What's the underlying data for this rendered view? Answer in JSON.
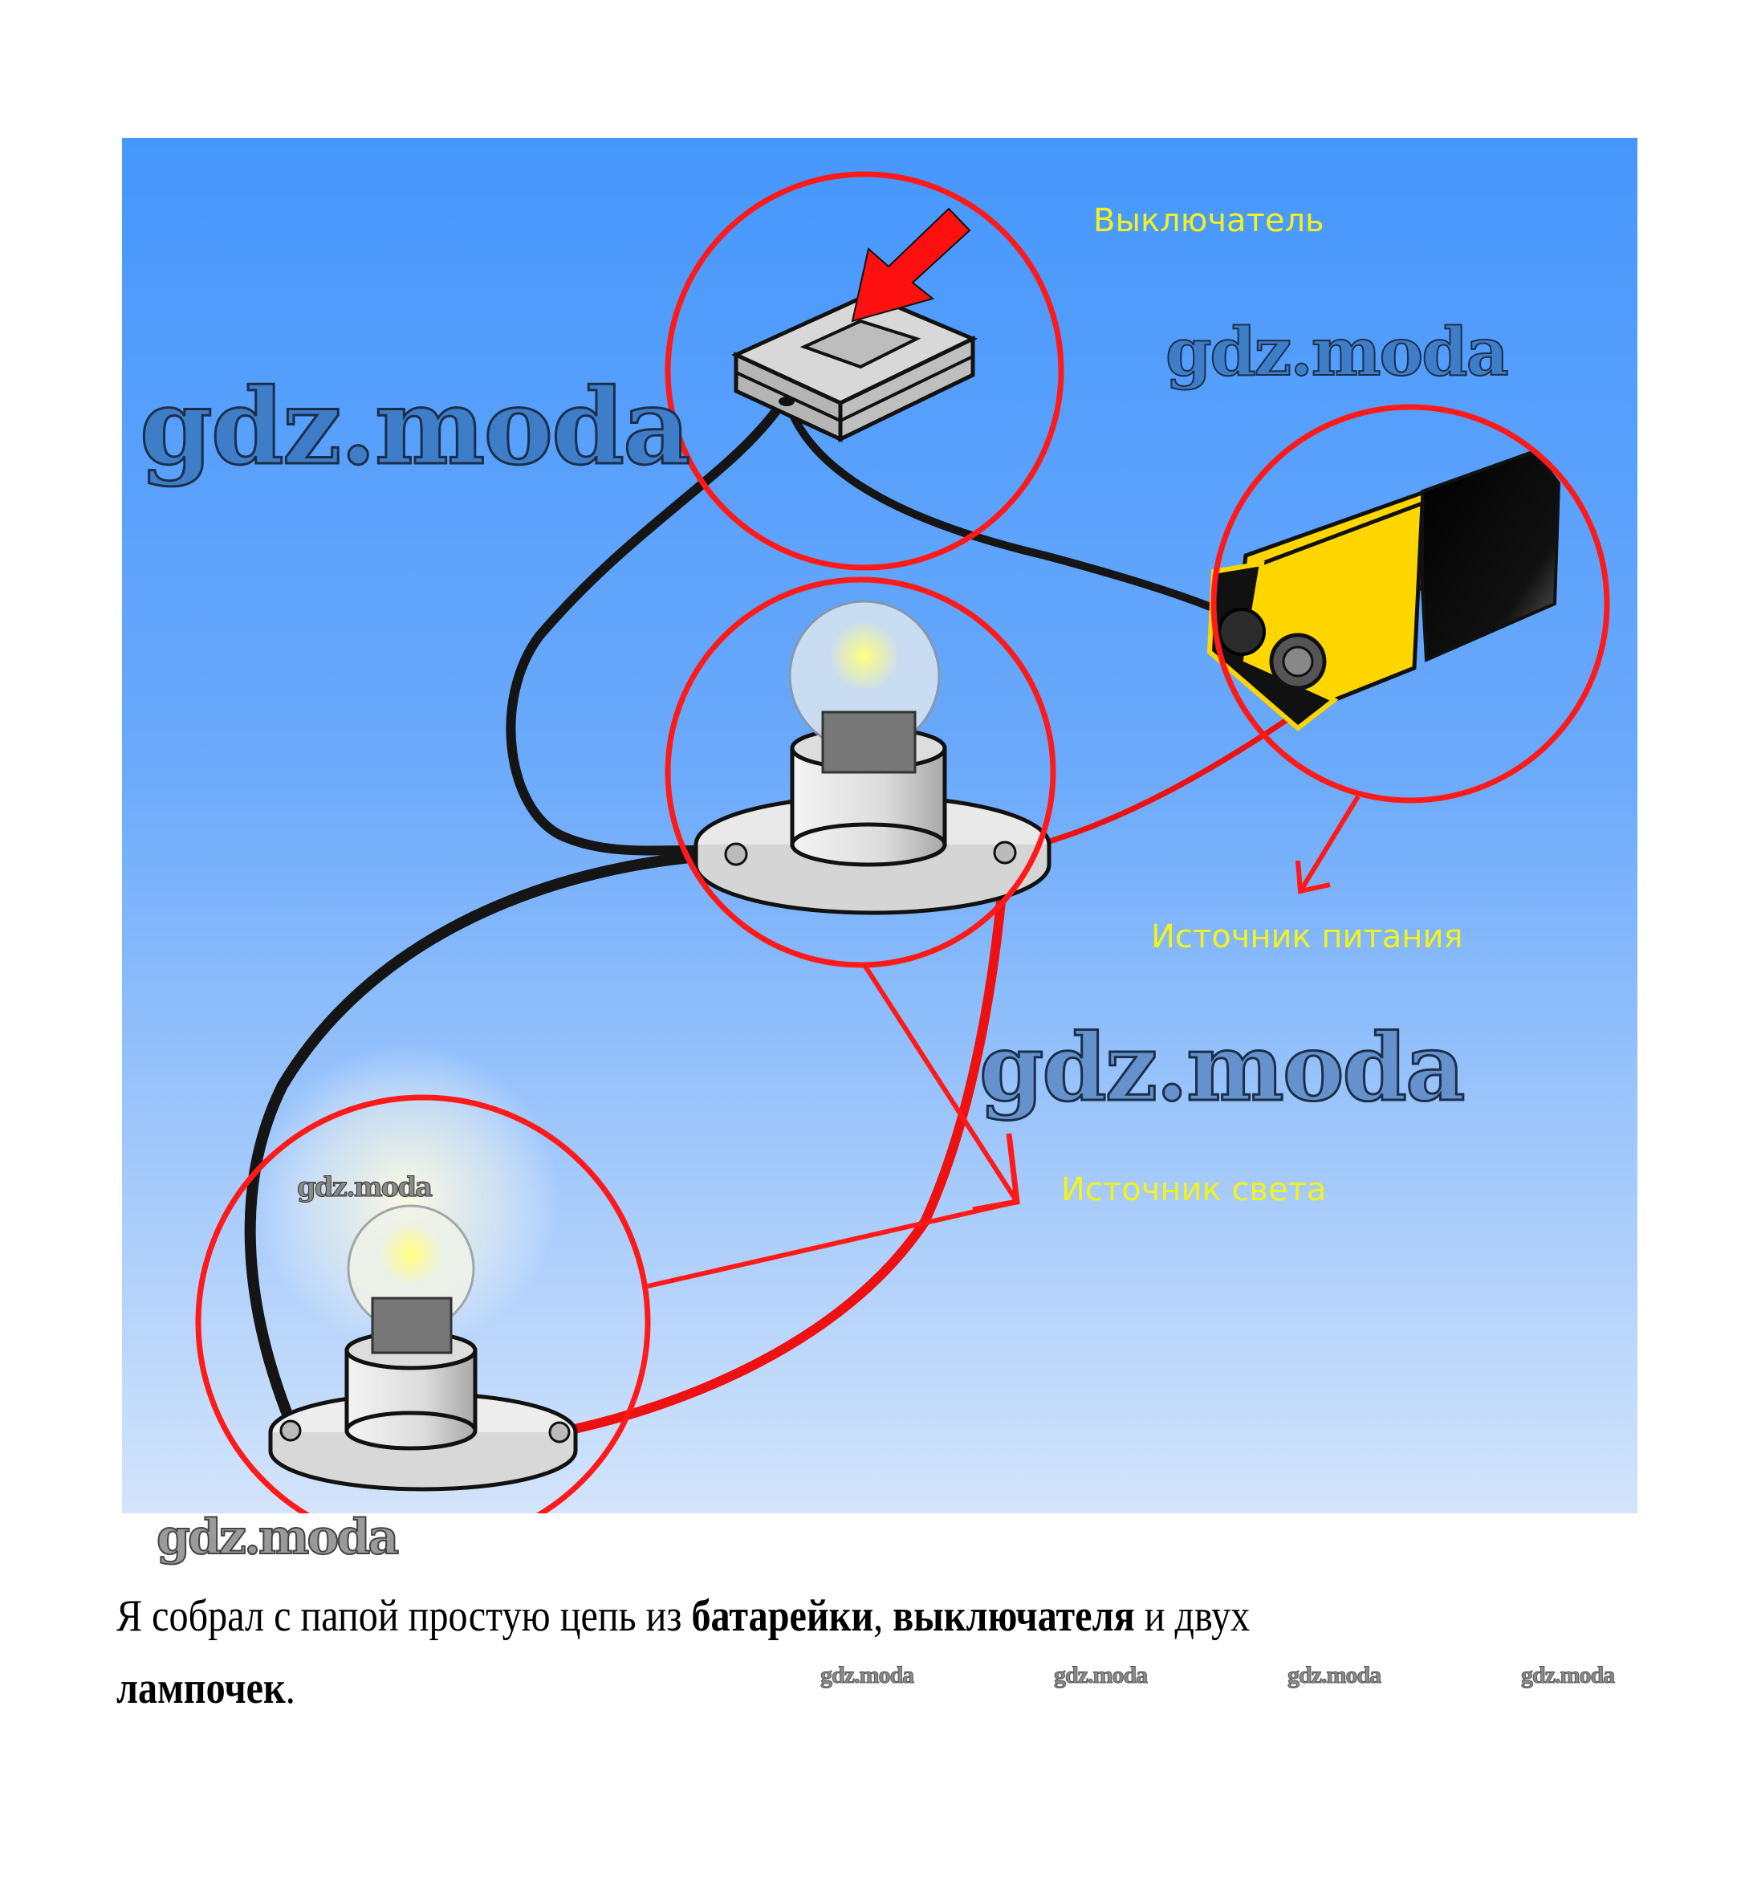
{
  "figure": {
    "labels": {
      "switch": "Выключатель",
      "power_source": "Источник питания",
      "light_source": "Источник света"
    },
    "components": [
      "switch",
      "battery",
      "bulb",
      "bulb"
    ],
    "colors": {
      "background_top": "#4697fd",
      "background_bottom": "#d3e4fb",
      "highlight_circle": "#ff1a1a",
      "label_text": "#f2f21e",
      "battery_yellow": "#ffd600",
      "battery_body": "#111111",
      "wire_black": "#151515",
      "wire_red": "#ee1111"
    },
    "watermark": "gdz.moda"
  },
  "watermarks": {
    "large_1": "gdz.moda",
    "large_2": "gdz.moda",
    "large_3": "gdz.moda",
    "small_bulb": "gdz.moda",
    "below_image": "gdz.moda",
    "footer": [
      "gdz.moda",
      "gdz.moda",
      "gdz.moda",
      "gdz.moda"
    ]
  },
  "caption": {
    "part1": "Я собрал с папой простую цепь из ",
    "bold1": "батарейки",
    "part2": ", ",
    "bold2": "выключателя",
    "part3": " и двух ",
    "bold3": "лампочек",
    "part4": "."
  }
}
